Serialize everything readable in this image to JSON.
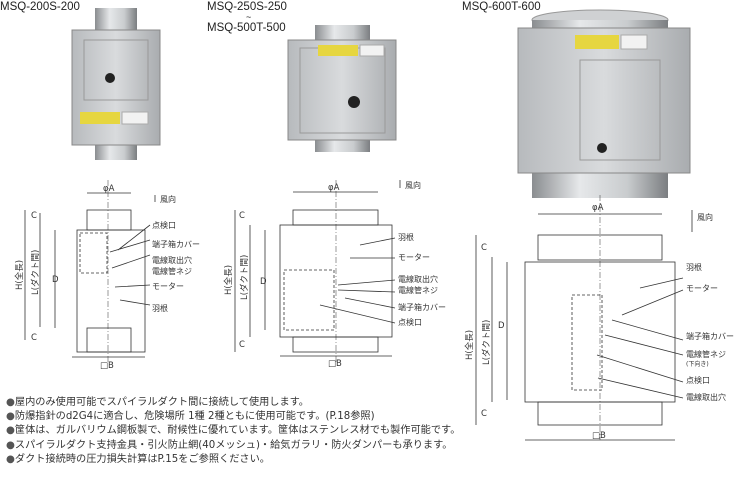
{
  "models": {
    "small": "MSQ-200S-200",
    "medium_from": "MSQ-250S-250",
    "medium_tilde": "~",
    "medium_to": "MSQ-500T-500",
    "large": "MSQ-600T-600"
  },
  "diagram_labels": {
    "phi_a": "φA",
    "square_b": "□B",
    "c": "C",
    "d": "D",
    "h_total": "H(全長)",
    "l_duct": "L(ダクト間)",
    "airflow": "風向",
    "inspection_port": "点検口",
    "terminal_box_cover": "端子箱カバー",
    "cable_outlet": "電線取出穴",
    "conduit_screw": "電線管ネジ",
    "conduit_screw_note": "(下向き)",
    "motor": "モーター",
    "impeller": "羽根"
  },
  "notes": [
    "屋内のみ使用可能でスパイラルダクト間に接続して使用します。",
    "防爆指針のd2G4に適合し、危険場所 1種 2種ともに使用可能です。(P.18参照)",
    "筐体は、ガルバリウム鋼板製で、耐候性に優れています。筐体はステンレス材でも製作可能です。",
    "スパイラルダクト支持金具・引火防止網(40メッシュ)・給気ガラリ・防火ダンパーも承ります。",
    "ダクト接続時の圧力損失計算はP.15をご参照ください。"
  ]
}
